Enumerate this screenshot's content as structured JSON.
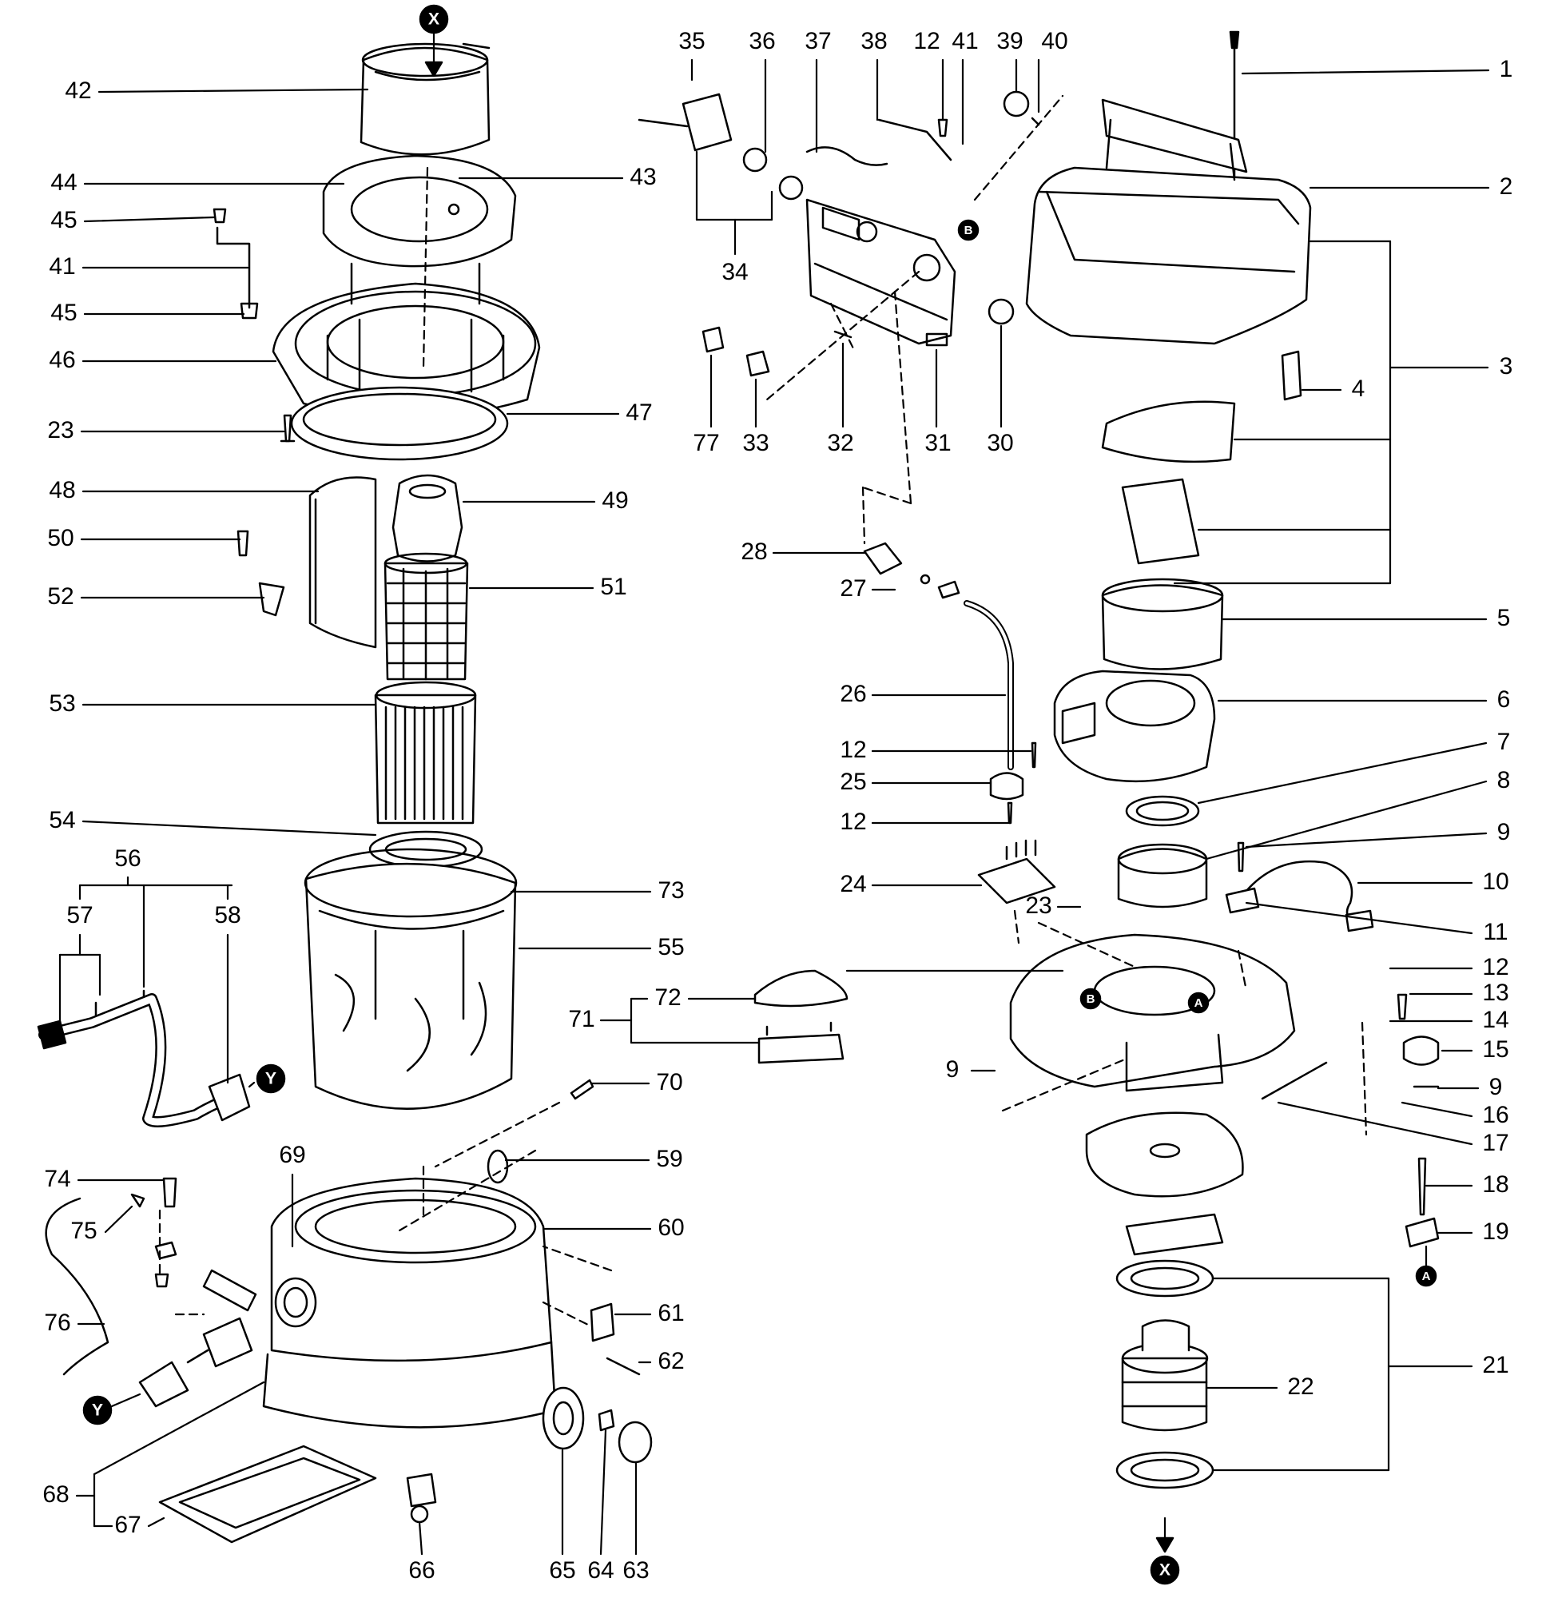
{
  "diagram": {
    "type": "exploded-parts-view",
    "ink_color": "#000000",
    "paper_color": "#ffffff",
    "reference_markers": [
      "X",
      "Y",
      "A",
      "B"
    ],
    "part_numbers": [
      "1",
      "2",
      "3",
      "4",
      "5",
      "6",
      "7",
      "8",
      "9",
      "10",
      "11",
      "12",
      "13",
      "14",
      "15",
      "16",
      "17",
      "18",
      "19",
      "21",
      "22",
      "23",
      "24",
      "25",
      "26",
      "27",
      "28",
      "30",
      "31",
      "32",
      "33",
      "34",
      "35",
      "36",
      "37",
      "38",
      "39",
      "40",
      "41",
      "42",
      "43",
      "44",
      "45",
      "46",
      "47",
      "48",
      "49",
      "50",
      "51",
      "52",
      "53",
      "54",
      "55",
      "56",
      "57",
      "58",
      "59",
      "60",
      "61",
      "62",
      "63",
      "64",
      "65",
      "66",
      "67",
      "68",
      "69",
      "70",
      "71",
      "72",
      "73",
      "74",
      "75",
      "76",
      "77"
    ]
  }
}
